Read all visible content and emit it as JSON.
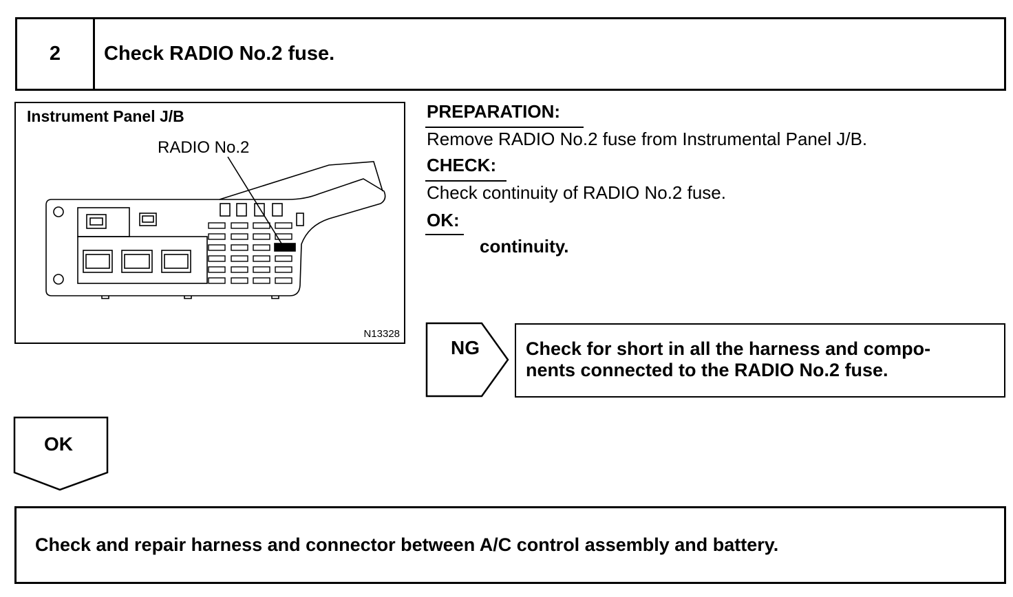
{
  "step": {
    "number": "2",
    "title": "Check RADIO No.2 fuse."
  },
  "figure": {
    "title": "Instrument Panel J/B",
    "callout": "RADIO No.2",
    "code": "N13328"
  },
  "preparation": {
    "label": "PREPARATION:",
    "text": "Remove RADIO No.2 fuse from Instrumental Panel J/B."
  },
  "check": {
    "label": "CHECK:",
    "text": "Check continuity of RADIO No.2 fuse."
  },
  "ok": {
    "label": "OK:",
    "text": "continuity."
  },
  "ng_branch": {
    "label": "NG",
    "result_line1": "Check for short in all the harness and compo-",
    "result_line2": "nents connected to the RADIO No.2 fuse."
  },
  "ok_branch": {
    "label": "OK"
  },
  "final": {
    "text": "Check and repair harness and connector between A/C control assembly and battery."
  }
}
